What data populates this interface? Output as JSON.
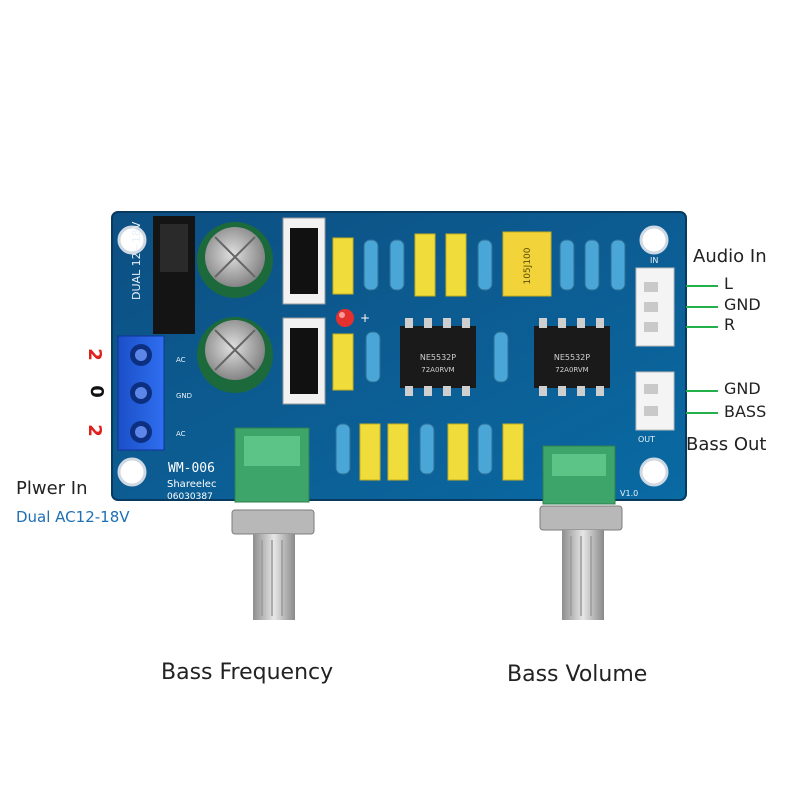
{
  "board": {
    "model": "WM-006",
    "brand": "Shareelec",
    "serial": "06030387",
    "version": "V1.0",
    "power_silk": "DUAL 12~18V",
    "terminal_pins": [
      "AC",
      "GND",
      "AC"
    ],
    "connector_in": "IN",
    "connector_out": "OUT",
    "cap_marking": "105J100",
    "ic_text": [
      "NE5532P",
      "NE5532P"
    ],
    "ic_code": [
      "72A0RVM",
      "72A0RVM"
    ],
    "plus_sign": "+"
  },
  "annotations": {
    "audio_in": "Audio In",
    "audio_in_pins": [
      "L",
      "GND",
      "R"
    ],
    "bass_out_pins": [
      "GND",
      "BASS"
    ],
    "bass_out": "Bass Out",
    "power_in": "Plwer In",
    "power_spec": "Dual AC12-18V",
    "terminal_marks": [
      "2",
      "0",
      "2"
    ],
    "bass_frequency": "Bass Frequency",
    "bass_volume": "Bass Volume"
  },
  "colors": {
    "pcb": "#0a5a8f",
    "green_line": "#22b04b",
    "red_mark": "#e0201b",
    "spec_text": "#1f6fb5"
  }
}
